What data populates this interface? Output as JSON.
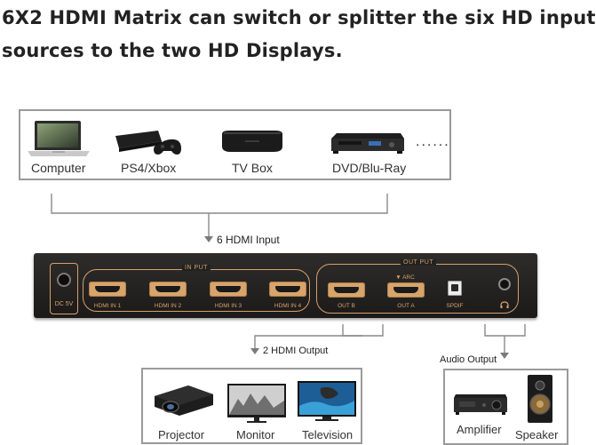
{
  "headline": {
    "line1": "6X2 HDMI Matrix can switch or splitter the six HD input",
    "line2": "sources to the two HD Displays."
  },
  "sources": {
    "items": [
      {
        "label": "Computer",
        "icon": "laptop-icon"
      },
      {
        "label": "PS4/Xbox",
        "icon": "game-console-icon"
      },
      {
        "label": "TV Box",
        "icon": "tv-box-icon"
      },
      {
        "label": "DVD/Blu-Ray",
        "icon": "dvd-player-icon"
      }
    ],
    "more": "......"
  },
  "input_caption": "6 HDMI Input",
  "device": {
    "dc_label": "DC 5V",
    "input_title": "IN PUT",
    "output_title": "OUT PUT",
    "inputs": [
      "HDMI IN 1",
      "HDMI IN 2",
      "HDMI IN 3",
      "HDMI IN 4"
    ],
    "outputs": [
      "OUT B",
      "OUT A"
    ],
    "arc_label": "▼ ARC",
    "spdif_label": "SPDIF",
    "headphone_icon": "headphone-icon"
  },
  "output_caption": "2 HDMI Output",
  "audio_caption": "Audio Output",
  "displays": {
    "items": [
      {
        "label": "Projector",
        "icon": "projector-icon"
      },
      {
        "label": "Monitor",
        "icon": "monitor-icon"
      },
      {
        "label": "Television",
        "icon": "television-icon"
      }
    ]
  },
  "audio": {
    "items": [
      {
        "label": "Amplifier",
        "icon": "amplifier-icon"
      },
      {
        "label": "Speaker",
        "icon": "speaker-icon"
      }
    ]
  },
  "colors": {
    "accent": "#d7a06a",
    "device_body": "#232220",
    "border": "#9a9a9a",
    "wire": "#8a8a8a"
  }
}
